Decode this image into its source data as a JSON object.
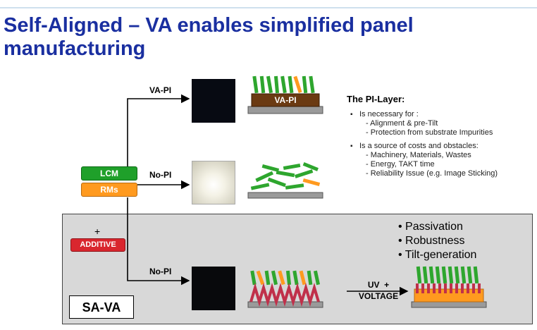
{
  "title": "Self-Aligned – VA enables simplified panel manufacturing",
  "inputs": {
    "lcm": "LCM",
    "rms": "RMs",
    "plus": "+",
    "additive": "ADDITIVE"
  },
  "paths": {
    "va_pi": "VA-PI",
    "no_pi_1": "No-PI",
    "no_pi_2": "No-PI"
  },
  "va_pi_layer_label": "VA-PI",
  "pi_layer": {
    "heading": "The PI-Layer:",
    "bullets": [
      {
        "text": "Is necessary for :",
        "subs": [
          "- Alignment & pre-Tilt",
          "- Protection from substrate Impurities"
        ]
      },
      {
        "text": "Is a source of costs and obstacles:",
        "subs": [
          "- Machinery, Materials, Wastes",
          "- Energy, TAKT time",
          "- Reliability Issue (e.g. Image Sticking)"
        ]
      }
    ]
  },
  "properties": [
    "• Passivation",
    "• Robustness",
    "• Tilt-generation"
  ],
  "process": {
    "uv": "UV  +",
    "voltage": "VOLTAGE"
  },
  "sa_va": "SA-VA",
  "colors": {
    "title": "#1a2fa0",
    "lcm": "#1fa02a",
    "rms": "#ff9a1f",
    "additive": "#d9262e",
    "pi_layer": "#6b3a12",
    "substrate": "#9a9a9a",
    "polymer": "#c0304a"
  }
}
